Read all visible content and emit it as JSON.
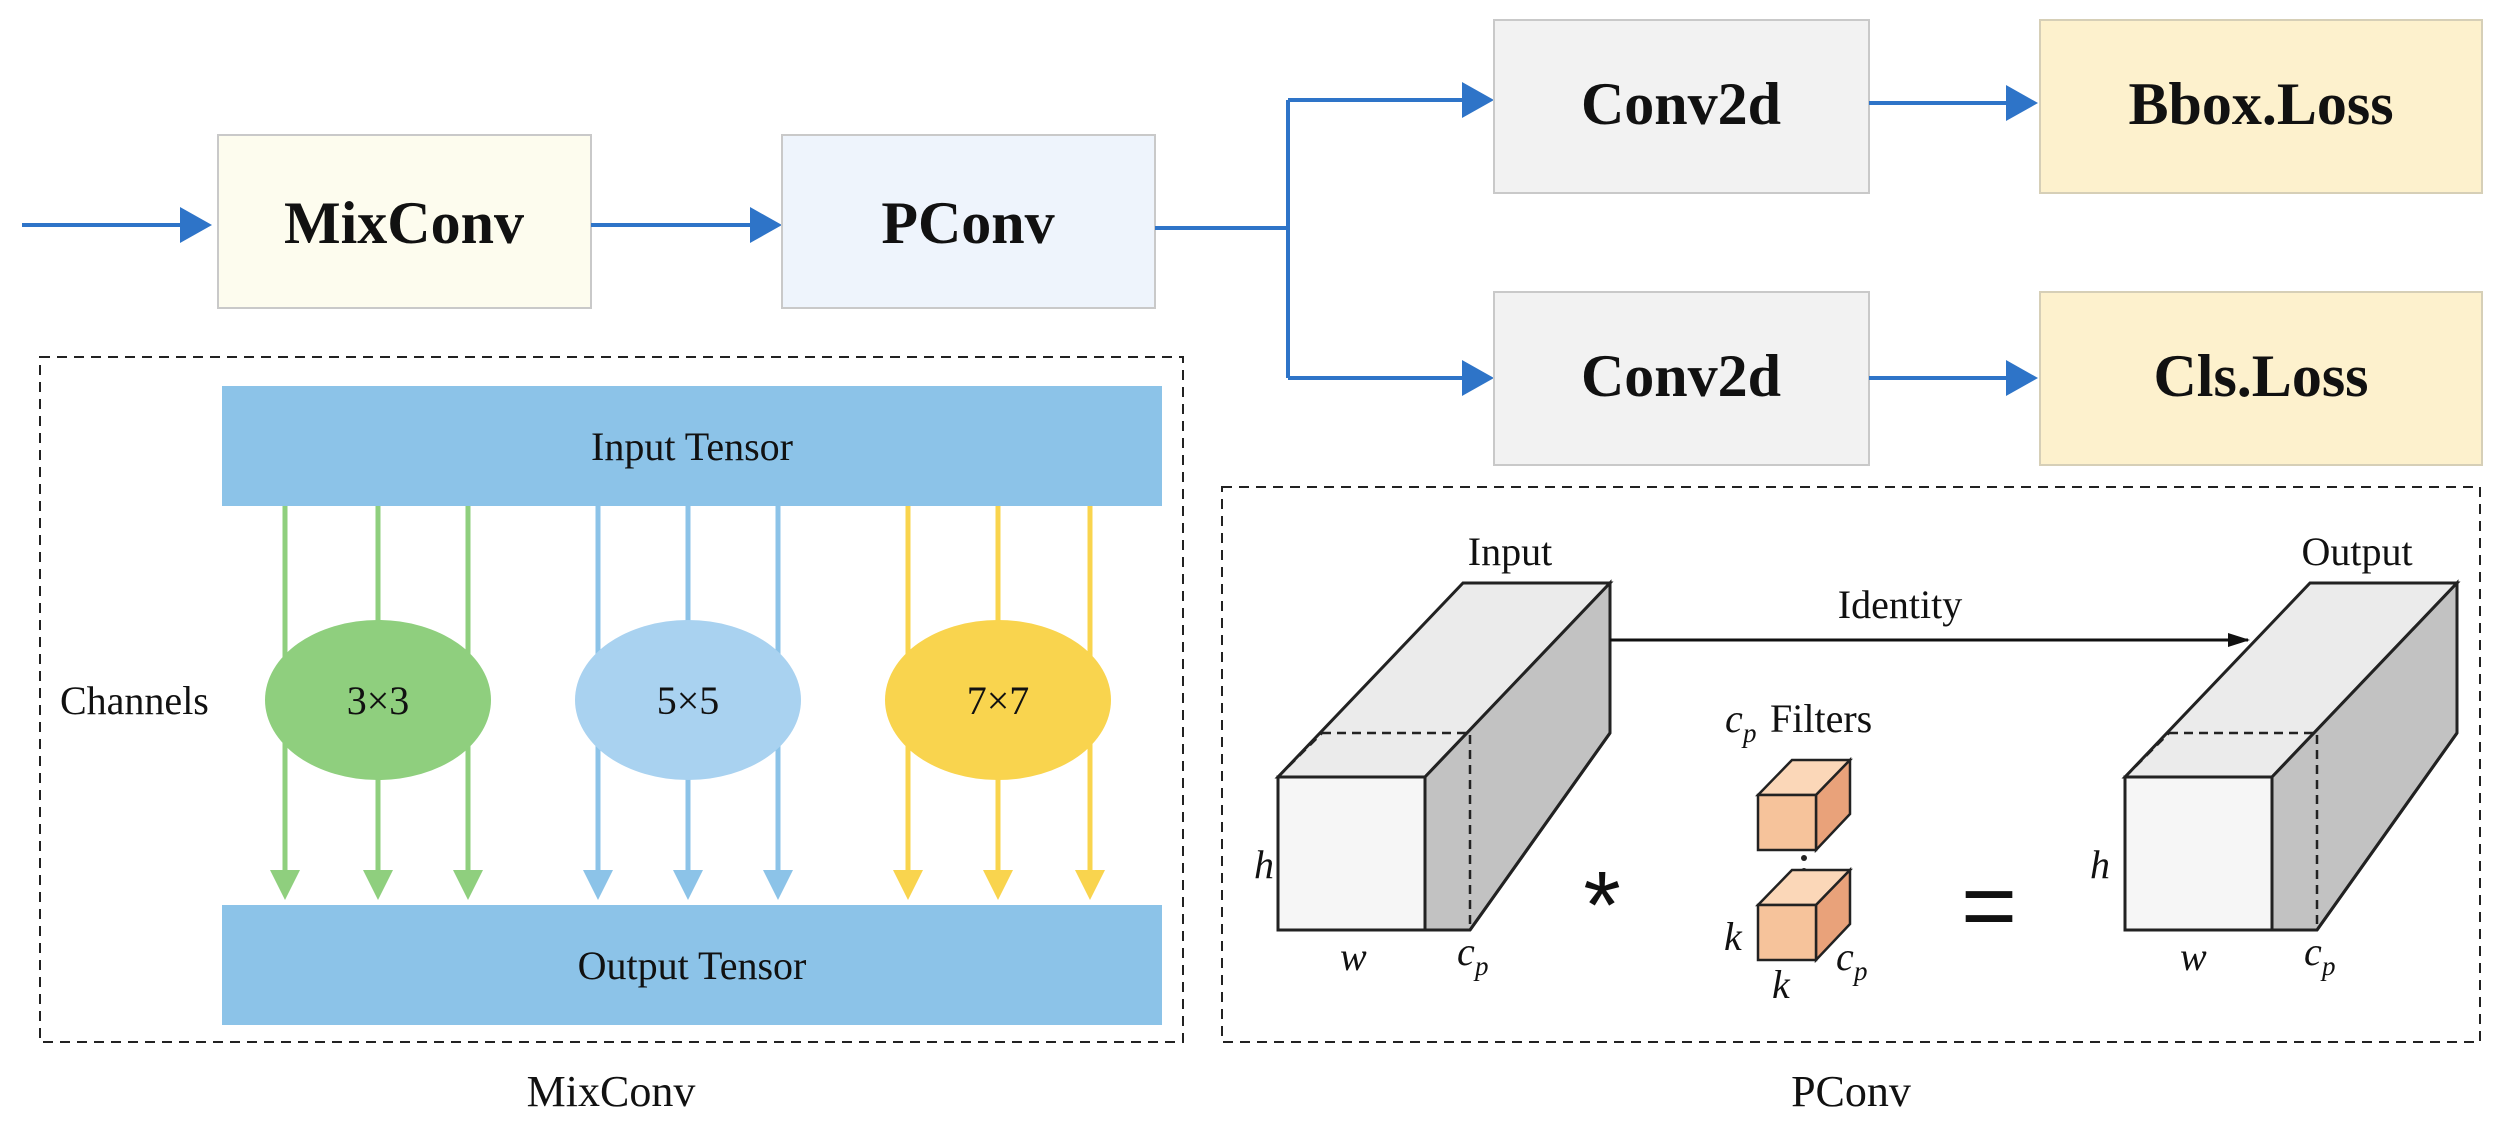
{
  "pipeline": {
    "mixconv_label": "MixConv",
    "pconv_label": "PConv",
    "conv_top_label": "Conv2d",
    "conv_bottom_label": "Conv2d",
    "bbox_loss_label": "Bbox.Loss",
    "cls_loss_label": "Cls.Loss"
  },
  "mixconv_panel": {
    "input_label": "Input Tensor",
    "output_label": "Output Tensor",
    "channels_label": "Channels",
    "kernels": [
      {
        "label": "3×3",
        "color": "#8fcf7e"
      },
      {
        "label": "5×5",
        "color": "#a9d2f0"
      },
      {
        "label": "7×7",
        "color": "#f9d44e"
      }
    ],
    "caption": "MixConv"
  },
  "pconv_panel": {
    "input_label": "Input",
    "output_label": "Output",
    "identity_label": "Identity",
    "filters_label": "Filters",
    "h": "h",
    "w": "w",
    "c": "c",
    "p": "p",
    "k": "k",
    "conv_op": "*",
    "equals_op": "=",
    "caption": "PConv"
  },
  "colors": {
    "arrow_blue": "#2e74c8",
    "tensor_bar": "#8cc3e8",
    "box_cream": "#fdfcee",
    "box_lightblue": "#eef4fc",
    "box_gray": "#f2f2f2",
    "box_loss": "#fdf1cd",
    "filter_cube": "#f6c39b",
    "green_lines": "#8fcf7e",
    "blue_lines": "#8cc3e8",
    "yellow_lines": "#f9d44e"
  }
}
